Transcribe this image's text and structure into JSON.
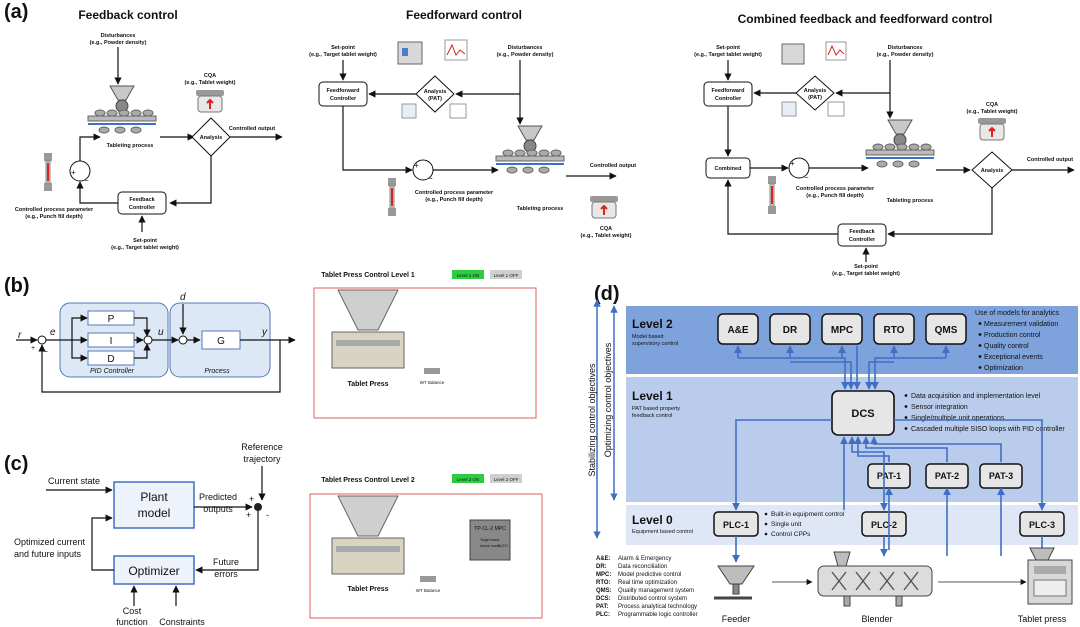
{
  "panels": {
    "a": "(a)",
    "b": "(b)",
    "c": "(c)",
    "d": "(d)"
  },
  "a": {
    "fb": {
      "title": "Feedback control",
      "dist1": "Disturbances",
      "dist2": "(e.g., Powder density)",
      "cqa1": "CQA",
      "cqa2": "(e.g., Tablet weight)",
      "analysis": "Analysis",
      "output": "Controlled output",
      "process": "Tableting process",
      "cpp1": "Controlled process parameter",
      "cpp2": "(e.g., Punch fill depth)",
      "ctrl1": "Feedback",
      "ctrl2": "Controller",
      "sp1": "Set-point",
      "sp2": "(e.g., Target tablet weight)",
      "plus": "+",
      "minus": "−"
    },
    "ff": {
      "title": "Feedforward control",
      "sp1": "Set-point",
      "sp2": "(e.g., Target tablet weight)",
      "dist1": "Disturbances",
      "dist2": "(e.g., Powder density)",
      "ctrl1": "Feedforward",
      "ctrl2": "Controller",
      "analysis1": "Analysis",
      "analysis2": "(PAT)",
      "output": "Controlled output",
      "cpp1": "Controlled process parameter",
      "cpp2": "(e.g., Punch fill depth)",
      "process": "Tableting process",
      "cqa1": "CQA",
      "cqa2": "(e.g., Tablet weight)",
      "plus": "+",
      "minus": "−"
    },
    "cb": {
      "title": "Combined feedback and feedforward control",
      "sp1": "Set-point",
      "sp2": "(e.g., Target tablet weight)",
      "dist1": "Disturbances",
      "dist2": "(e.g., Powder density)",
      "ffc1": "Feedforward",
      "ffc2": "Controller",
      "analysis1": "Analysis",
      "analysis2": "(PAT)",
      "cqa1": "CQA",
      "cqa2": "(e.g., Tablet weight)",
      "combined": "Combined",
      "cpp1": "Controlled process parameter",
      "cpp2": "(e.g., Punch fill depth)",
      "analysis": "Analysis",
      "output": "Controlled output",
      "process": "Tableting process",
      "fbc1": "Feedback",
      "fbc2": "Controller",
      "spb1": "Set-point",
      "spb2": "(e.g., Target tablet weight)",
      "plus": "+",
      "minus": "−"
    }
  },
  "b": {
    "r": "r",
    "e": "e",
    "u": "u",
    "y": "y",
    "d": "d",
    "P": "P",
    "I": "I",
    "D": "D",
    "G": "G",
    "pid": "PID Controller",
    "process": "Process",
    "plus": "+",
    "minus": "−"
  },
  "c": {
    "current_state": "Current state",
    "plant1": "Plant",
    "plant2": "model",
    "pred1": "Predicted",
    "pred2": "outputs",
    "ref1": "Reference",
    "ref2": "trajectory",
    "opt1": "Optimized current",
    "opt2": "and future inputs",
    "optimizer": "Optimizer",
    "fe1": "Future",
    "fe2": "errors",
    "cost1": "Cost",
    "cost2": "function",
    "constraints": "Constraints",
    "plus": "+",
    "minus": "-"
  },
  "screens": {
    "l1": {
      "title": "Tablet Press Control Level 1",
      "on": "Level 1 ON",
      "off": "Level 1 OFF",
      "press": "Tablet Press",
      "balance": "WT Balance"
    },
    "l2": {
      "title": "Tablet Press Control Level 2",
      "on": "Level 2 ON",
      "off": "Level 2 OFF",
      "press": "Tablet Press",
      "balance": "WT Balance",
      "mpc1": "TP-CL-2 MPC",
      "mpc2": "Target mode",
      "mpc3": "Actual mode",
      "mpc4": "AUTO"
    }
  },
  "d": {
    "side_outer": "Stabilizing control objectives",
    "side_inner": "Optimizing control objectives",
    "level2": {
      "title": "Level 2",
      "sub1": "Model based",
      "sub2": "supervisory control",
      "boxes": [
        "A&E",
        "DR",
        "MPC",
        "RTO",
        "QMS"
      ],
      "bullets_head": "Use of models for analytics",
      "bullets": [
        "Measurement validation",
        "Production control",
        "Quality control",
        "Exceptional events",
        "Optimization"
      ]
    },
    "level1": {
      "title": "Level 1",
      "sub1": "PAT based property",
      "sub2": "feedback control",
      "dcs": "DCS",
      "bullets": [
        "Data acquisition and implementation level",
        "Sensor integration",
        "Single/multiple unit operations",
        "Cascaded multiple SISO loops with PID controller"
      ],
      "pat": [
        "PAT-1",
        "PAT-2",
        "PAT-3"
      ]
    },
    "level0": {
      "title": "Level 0",
      "sub1": "Equipment based control",
      "plc": [
        "PLC-1",
        "PLC-2",
        "PLC-3"
      ],
      "bullets": [
        "Built-in equipment control",
        "Single unit",
        "Control CPPs"
      ]
    },
    "legend": [
      {
        "abbr": "A&E:",
        "text": "Alarm & Emergency"
      },
      {
        "abbr": "DR:",
        "text": "Data reconciliation"
      },
      {
        "abbr": "MPC:",
        "text": "Model predictive control"
      },
      {
        "abbr": "RTO:",
        "text": "Real time optimization"
      },
      {
        "abbr": "QMS:",
        "text": "Quality management system"
      },
      {
        "abbr": "DCS:",
        "text": "Distributed control system"
      },
      {
        "abbr": "PAT:",
        "text": "Process analytical technology"
      },
      {
        "abbr": "PLC:",
        "text": "Programmable logic controller"
      }
    ],
    "equipment": [
      "Feeder",
      "Blender",
      "Tablet press"
    ]
  }
}
